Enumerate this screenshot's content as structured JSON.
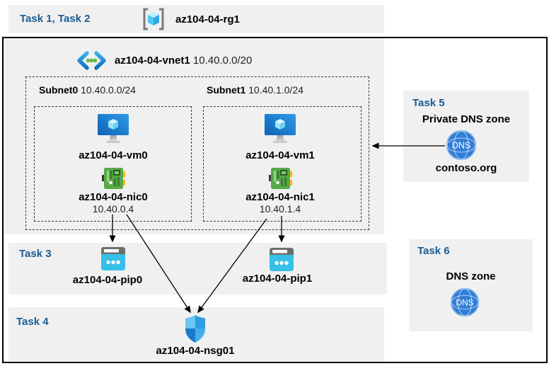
{
  "colors": {
    "accent_blue": "#1A5C94",
    "box_gray": "#F0F0F0",
    "line_black": "#000000",
    "vm_blue": "#1581D9",
    "nic_green": "#57A847",
    "pip_cyan": "#35BFE9",
    "dns_blue": "#2F7ED7"
  },
  "header": {
    "tasks_label": "Task 1, Task 2",
    "resource_group": "az104-04-rg1"
  },
  "vnet": {
    "name": "az104-04-vnet1",
    "cidr": "10.40.0.0/20"
  },
  "subnets": [
    {
      "name": "Subnet0",
      "cidr": "10.40.0.0/24",
      "vm": "az104-04-vm0",
      "nic": "az104-04-nic0",
      "ip": "10.40.0.4"
    },
    {
      "name": "Subnet1",
      "cidr": "10.40.1.0/24",
      "vm": "az104-04-vm1",
      "nic": "az104-04-nic1",
      "ip": "10.40.1.4"
    }
  ],
  "task3": {
    "label": "Task 3",
    "pip0": "az104-04-pip0",
    "pip1": "az104-04-pip1"
  },
  "task4": {
    "label": "Task 4",
    "nsg": "az104-04-nsg01"
  },
  "task5": {
    "label": "Task 5",
    "title": "Private DNS zone",
    "zone": "contoso.org",
    "icon_text": "DNS"
  },
  "task6": {
    "label": "Task 6",
    "title": "DNS zone",
    "icon_text": "DNS"
  }
}
